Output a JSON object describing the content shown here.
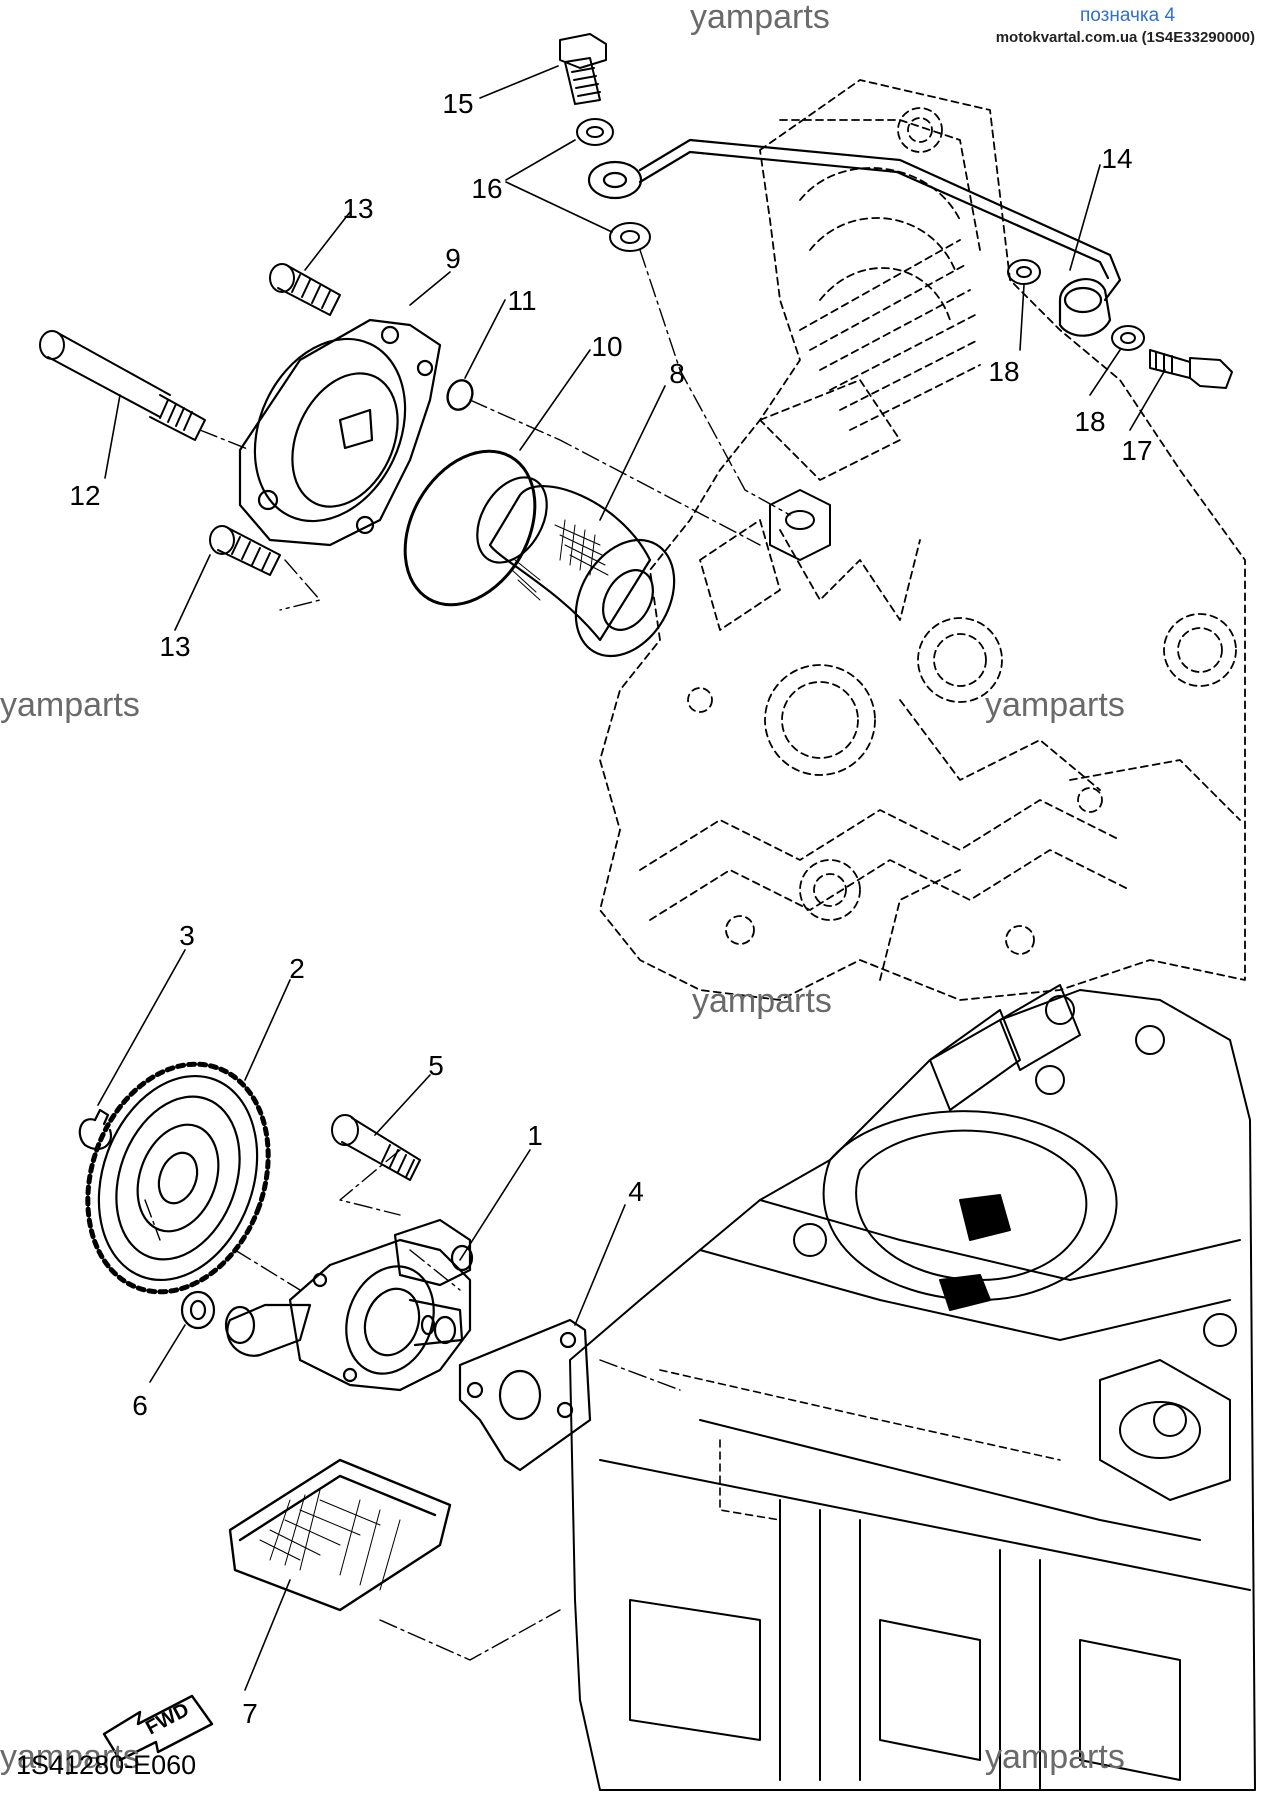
{
  "header": {
    "label": "позначка 4",
    "source_ref": "motokvartal.com.ua (1S4E33290000)"
  },
  "watermarks": [
    "yamparts",
    "yamparts",
    "yamparts",
    "yamparts",
    "yamparts",
    "yamparts"
  ],
  "callouts": [
    "1",
    "2",
    "3",
    "4",
    "5",
    "6",
    "7",
    "8",
    "9",
    "10",
    "11",
    "12",
    "13",
    "13",
    "14",
    "15",
    "16",
    "17",
    "18",
    "18"
  ],
  "fwd_label": "FWD",
  "diagram_code": "1S41280-E060",
  "colors": {
    "line": "#000000",
    "watermark": "#6a6a6a",
    "header_label": "#2f6fd0"
  }
}
